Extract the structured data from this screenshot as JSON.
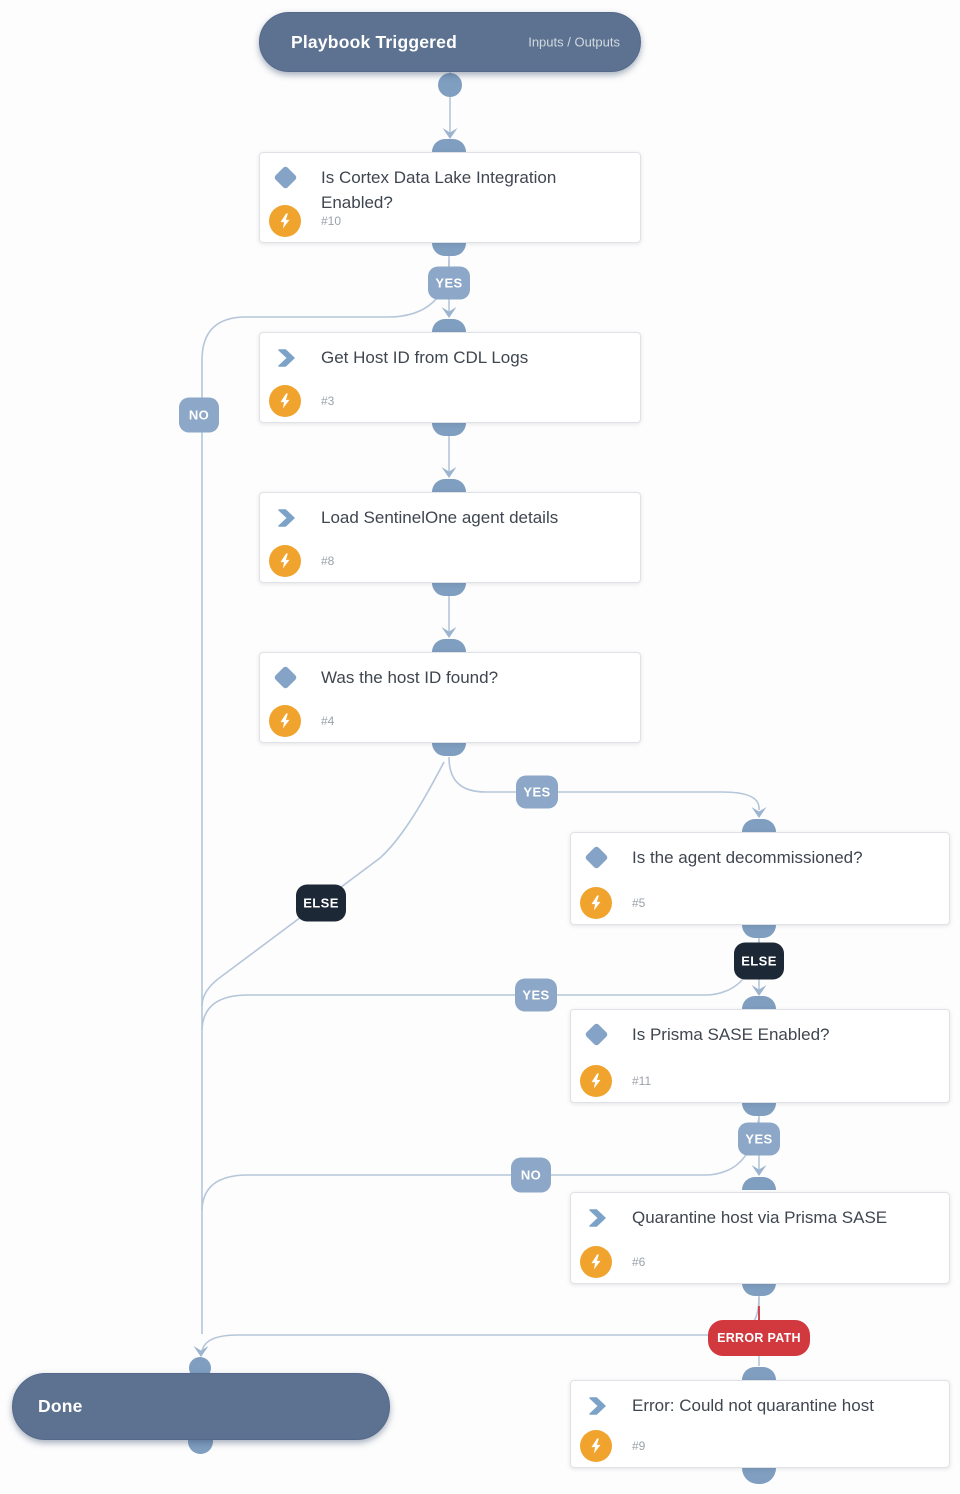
{
  "trigger": {
    "title": "Playbook Triggered",
    "link": "Inputs / Outputs"
  },
  "terminal": {
    "title": "Done"
  },
  "edge_labels": {
    "yes": "YES",
    "no": "NO",
    "else": "ELSE",
    "error_path": "ERROR PATH"
  },
  "nodes": [
    {
      "id": "#10",
      "title": "Is Cortex Data Lake Integration Enabled?",
      "kind": "condition"
    },
    {
      "id": "#3",
      "title": "Get Host ID from CDL Logs",
      "kind": "task"
    },
    {
      "id": "#8",
      "title": "Load SentinelOne agent details",
      "kind": "task"
    },
    {
      "id": "#4",
      "title": "Was the host ID found?",
      "kind": "condition"
    },
    {
      "id": "#5",
      "title": "Is the agent decommissioned?",
      "kind": "condition"
    },
    {
      "id": "#11",
      "title": "Is Prisma SASE Enabled?",
      "kind": "condition"
    },
    {
      "id": "#6",
      "title": "Quarantine host via Prisma SASE",
      "kind": "task"
    },
    {
      "id": "#9",
      "title": "Error: Could not quarantine host",
      "kind": "task"
    }
  ],
  "colors": {
    "terminal_blue": "#5c7290",
    "edge_label_blue": "#8ca7c7",
    "edge_label_dark": "#1d2836",
    "error_red": "#d2393f",
    "bolt_orange": "#f0a42e",
    "connector": "#7f9ec0",
    "wire": "#b5c6da"
  }
}
